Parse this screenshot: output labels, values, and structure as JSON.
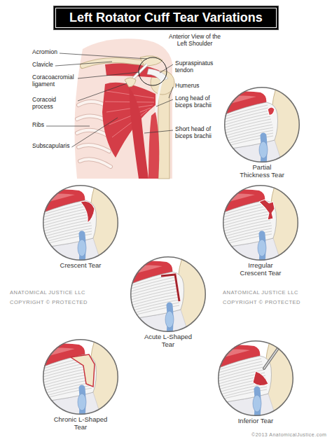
{
  "diagram": {
    "title": "Left Rotator Cuff Tear Variations",
    "nodes": [
      {
        "text": [
          "Partial Thickness Tear"
        ]
      },
      {
        "text": [
          "Crescent Tear"
        ]
      },
      {
        "text": [
          "Irregular Crescent Tear"
        ]
      },
      {
        "text": [
          "Acute L-Shaped Tear"
        ]
      },
      {
        "text": [
          "Chronic L-Shaped Tear"
        ]
      },
      {
        "text": [
          "Inferior Tear"
        ]
      }
    ],
    "labels": [
      "Acromion",
      "Clavicle",
      "Coracoacromial ligament",
      "Coracoid process",
      "Ribs",
      "Subscapularis",
      "Anterior View of the Left Shoulder",
      "Supraspinatus tendon",
      "Humerus",
      "Long head of biceps brachii",
      "Short head of biceps brachii",
      "ANATOMICAL JUSTICE LLC",
      "COPYRIGHT © PROTECTED",
      "ANATOMICAL JUSTICE LLC",
      "COPYRIGHT © PROTECTED",
      "©2013 AnatomicalJustice.com"
    ]
  }
}
